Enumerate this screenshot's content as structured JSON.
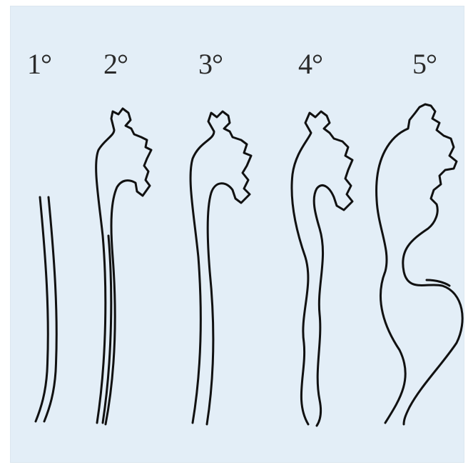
{
  "grades": [
    {
      "label": "1°"
    },
    {
      "label": "2°"
    },
    {
      "label": "3°"
    },
    {
      "label": "4°"
    },
    {
      "label": "5°"
    }
  ],
  "colors": {
    "background": "#e3eef7",
    "stroke": "#111111",
    "text": "#2a2a2a"
  }
}
